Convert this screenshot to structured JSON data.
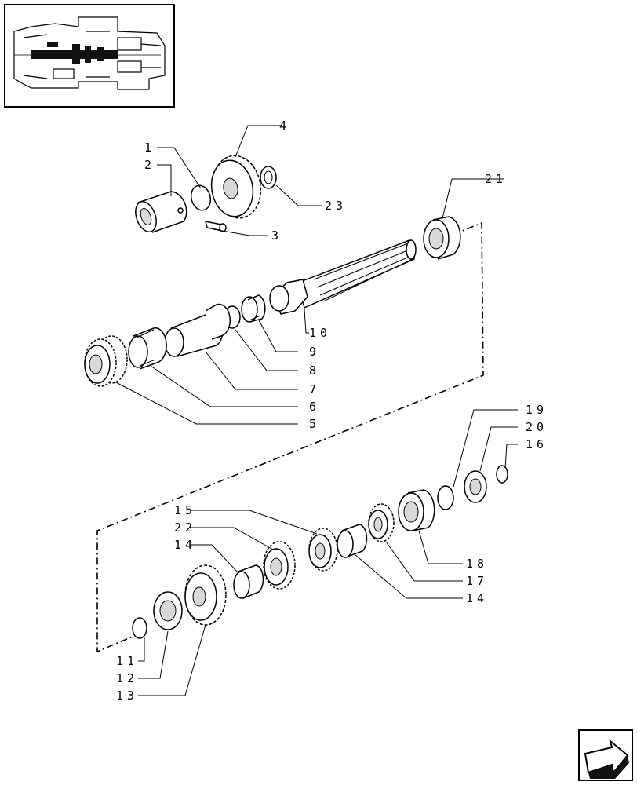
{
  "diagram": {
    "callouts": [
      {
        "id": "c1",
        "label": "1"
      },
      {
        "id": "c2",
        "label": "2"
      },
      {
        "id": "c3",
        "label": "3"
      },
      {
        "id": "c4",
        "label": "4"
      },
      {
        "id": "c5",
        "label": "5"
      },
      {
        "id": "c6",
        "label": "6"
      },
      {
        "id": "c7",
        "label": "7"
      },
      {
        "id": "c8",
        "label": "8"
      },
      {
        "id": "c9",
        "label": "9"
      },
      {
        "id": "c10",
        "label": "10"
      },
      {
        "id": "c11",
        "label": "11"
      },
      {
        "id": "c12",
        "label": "12"
      },
      {
        "id": "c13",
        "label": "13"
      },
      {
        "id": "c14a",
        "label": "14"
      },
      {
        "id": "c14b",
        "label": "14"
      },
      {
        "id": "c15",
        "label": "15"
      },
      {
        "id": "c16",
        "label": "16"
      },
      {
        "id": "c17",
        "label": "17"
      },
      {
        "id": "c18",
        "label": "18"
      },
      {
        "id": "c19",
        "label": "19"
      },
      {
        "id": "c20",
        "label": "20"
      },
      {
        "id": "c21",
        "label": "21"
      },
      {
        "id": "c22",
        "label": "22"
      },
      {
        "id": "c23",
        "label": "23"
      }
    ]
  },
  "icons": {
    "thumbnail": "transmission-location-thumbnail",
    "navigation": "next-page-arrow-icon"
  }
}
